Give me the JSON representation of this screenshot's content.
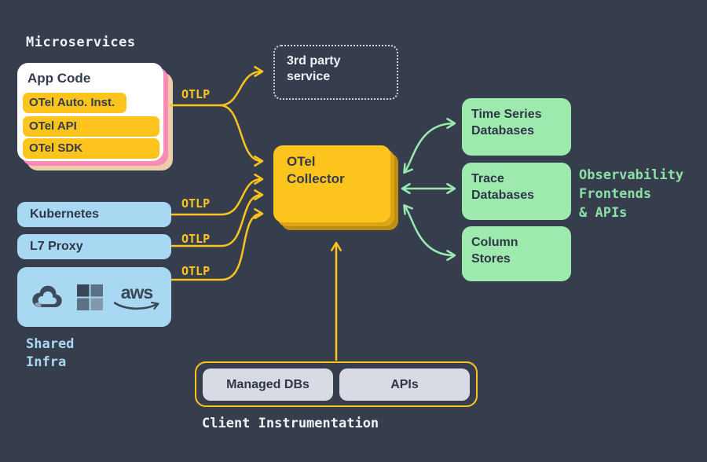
{
  "colors": {
    "background": "#363e4e",
    "accent_yellow": "#fcc41d",
    "yellow_shadow_mid": "#dba513",
    "yellow_shadow_dark": "#bd8e11",
    "pink_layer": "#f98bb4",
    "tan_layer": "#ecceaa",
    "light_blue": "#a9d9f2",
    "green_box": "#9ee9ad",
    "mint_arrow": "#9aeab0",
    "mint_text": "#8ce0a5",
    "dark_text": "#2e3747",
    "white_text": "#eef2f7",
    "pill_gray": "#d9dbe4"
  },
  "microservices": {
    "label": "Microservices",
    "card_title": "App Code",
    "pills": [
      "OTel Auto. Inst.",
      "OTel API",
      "OTel SDK"
    ]
  },
  "otlp": {
    "l1": "OTLP",
    "l2": "OTLP",
    "l3": "OTLP",
    "l4": "OTLP"
  },
  "third_party": {
    "line1": "3rd party",
    "line2": "service"
  },
  "collector": {
    "line1": "OTel",
    "line2": "Collector"
  },
  "infra": {
    "kubernetes": "Kubernetes",
    "l7_proxy": "L7 Proxy",
    "aws_label": "aws",
    "caption_line1": "Shared",
    "caption_line2": "Infra"
  },
  "databases": {
    "time_series": {
      "line1": "Time Series",
      "line2": "Databases"
    },
    "trace": {
      "line1": "Trace",
      "line2": "Databases"
    },
    "column": {
      "line1": "Column",
      "line2": "Stores"
    }
  },
  "observability": {
    "line1": "Observability",
    "line2": "Frontends",
    "line3": "& APIs"
  },
  "client": {
    "pill1": "Managed DBs",
    "pill2": "APIs",
    "caption": "Client Instrumentation"
  }
}
